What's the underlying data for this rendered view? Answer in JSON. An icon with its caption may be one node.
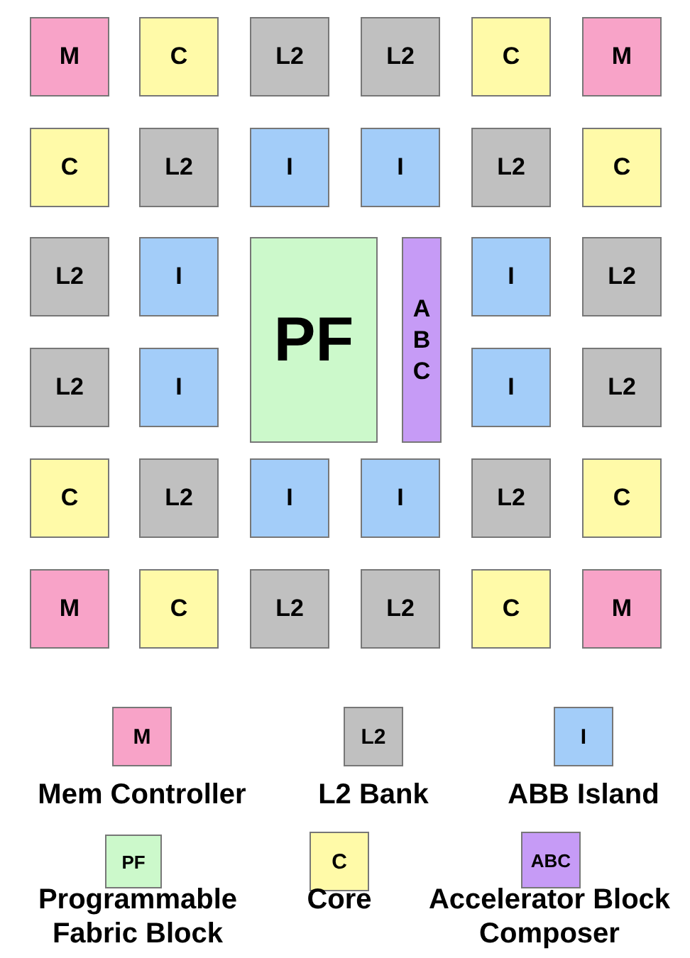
{
  "diagram": {
    "nodes": [
      {
        "text": [
          "M"
        ]
      },
      {
        "text": [
          "C"
        ]
      },
      {
        "text": [
          "L2"
        ]
      },
      {
        "text": [
          "L2"
        ]
      },
      {
        "text": [
          "C"
        ]
      },
      {
        "text": [
          "M"
        ]
      },
      {
        "text": [
          "C"
        ]
      },
      {
        "text": [
          "L2"
        ]
      },
      {
        "text": [
          "I"
        ]
      },
      {
        "text": [
          "I"
        ]
      },
      {
        "text": [
          "L2"
        ]
      },
      {
        "text": [
          "C"
        ]
      },
      {
        "text": [
          "L2"
        ]
      },
      {
        "text": [
          "I"
        ]
      },
      {
        "text": [
          "PF"
        ]
      },
      {
        "text": [
          "ABC"
        ]
      },
      {
        "text": [
          "I"
        ]
      },
      {
        "text": [
          "L2"
        ]
      },
      {
        "text": [
          "L2"
        ]
      },
      {
        "text": [
          "I"
        ]
      },
      {
        "text": [
          "I"
        ]
      },
      {
        "text": [
          "L2"
        ]
      },
      {
        "text": [
          "C"
        ]
      },
      {
        "text": [
          "L2"
        ]
      },
      {
        "text": [
          "I"
        ]
      },
      {
        "text": [
          "I"
        ]
      },
      {
        "text": [
          "L2"
        ]
      },
      {
        "text": [
          "C"
        ]
      },
      {
        "text": [
          "M"
        ]
      },
      {
        "text": [
          "C"
        ]
      },
      {
        "text": [
          "L2"
        ]
      },
      {
        "text": [
          "L2"
        ]
      },
      {
        "text": [
          "C"
        ]
      },
      {
        "text": [
          "M"
        ]
      }
    ],
    "labels": [
      "M",
      "L2",
      "I",
      "PF",
      "C",
      "ABC"
    ],
    "legend": [
      {
        "text": "Mem Controller",
        "color": "#f8a3c8"
      },
      {
        "text": "L2 Bank",
        "color": "#c0c0c0"
      },
      {
        "text": "ABB Island",
        "color": "#a3cdf9"
      },
      {
        "text": "Programmable Fabric Block",
        "color": "#ccf9cb"
      },
      {
        "text": "Core",
        "color": "#fffaa8"
      },
      {
        "text": "Accelerator Block Composer",
        "color": "#c69bf6"
      }
    ]
  }
}
